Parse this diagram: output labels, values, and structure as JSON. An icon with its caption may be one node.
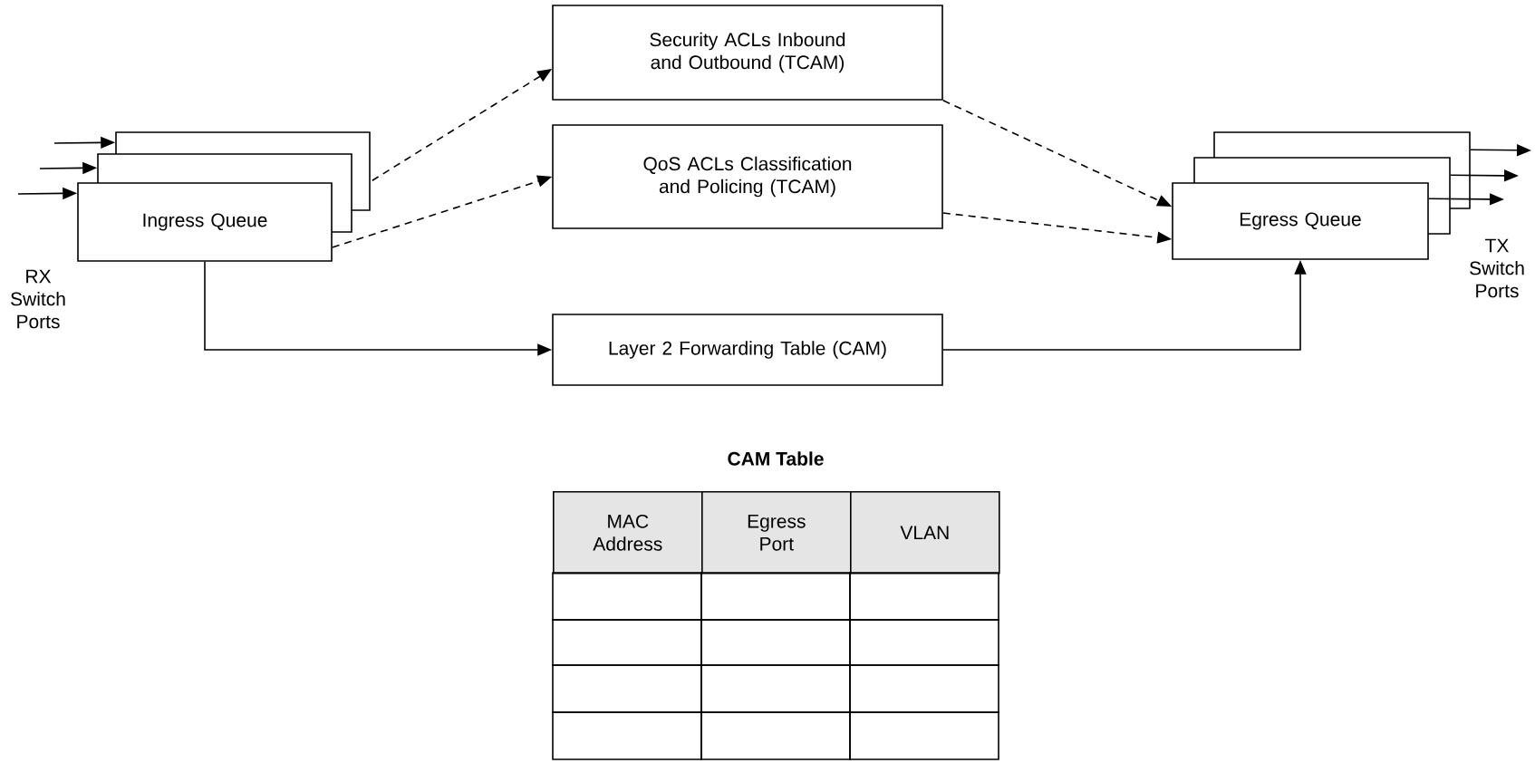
{
  "diagram": {
    "nodes": [
      {
        "text": [
          "Ingress Queue"
        ],
        "beside": [
          "RX Switch Ports"
        ]
      },
      {
        "text": [
          "Security ACLs Inbound and Outbound (TCAM)"
        ]
      },
      {
        "text": [
          "QoS ACLs Classification and Policing (TCAM)"
        ]
      },
      {
        "text": [
          "Layer 2 Forwarding Table (CAM)"
        ]
      },
      {
        "text": [
          "Egress Queue"
        ],
        "beside": [
          "TX Switch Ports"
        ]
      }
    ],
    "edges": [
      {
        "from": null,
        "to": 0,
        "arrow": "to"
      },
      {
        "from": null,
        "to": 0,
        "arrow": "to"
      },
      {
        "from": null,
        "to": 0,
        "arrow": "to"
      },
      {
        "from": 0,
        "to": 1,
        "arrow": "to",
        "style": "dashed"
      },
      {
        "from": 0,
        "to": 2,
        "arrow": "to",
        "style": "dashed"
      },
      {
        "from": 0,
        "to": 3,
        "arrow": "to"
      },
      {
        "from": 1,
        "to": 4,
        "arrow": "to",
        "style": "dashed"
      },
      {
        "from": 2,
        "to": 4,
        "arrow": "to",
        "style": "dashed"
      },
      {
        "from": 3,
        "to": 4,
        "arrow": "to"
      },
      {
        "from": 4,
        "to": null,
        "arrow": "to"
      },
      {
        "from": 4,
        "to": null,
        "arrow": "to"
      },
      {
        "from": 4,
        "to": null,
        "arrow": "to"
      }
    ],
    "labels": [
      "CAM Table",
      "MAC Address",
      "Egress Port",
      "VLAN"
    ]
  }
}
